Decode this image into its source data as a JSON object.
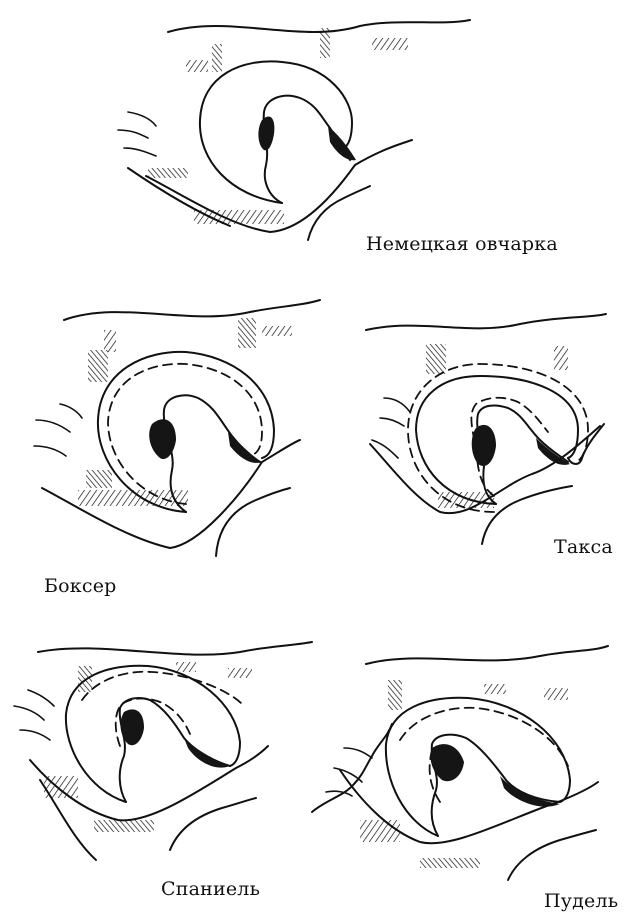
{
  "captions": {
    "german_shepherd": "Немецкая овчарка",
    "boxer": "Боксер",
    "dachshund": "Такса",
    "spaniel": "Спаниель",
    "poodle": "Пудель"
  },
  "legend": {
    "solid_line": "",
    "dashed_line": ""
  },
  "colors": {
    "ink": "#111111",
    "paper": "#ffffff"
  }
}
